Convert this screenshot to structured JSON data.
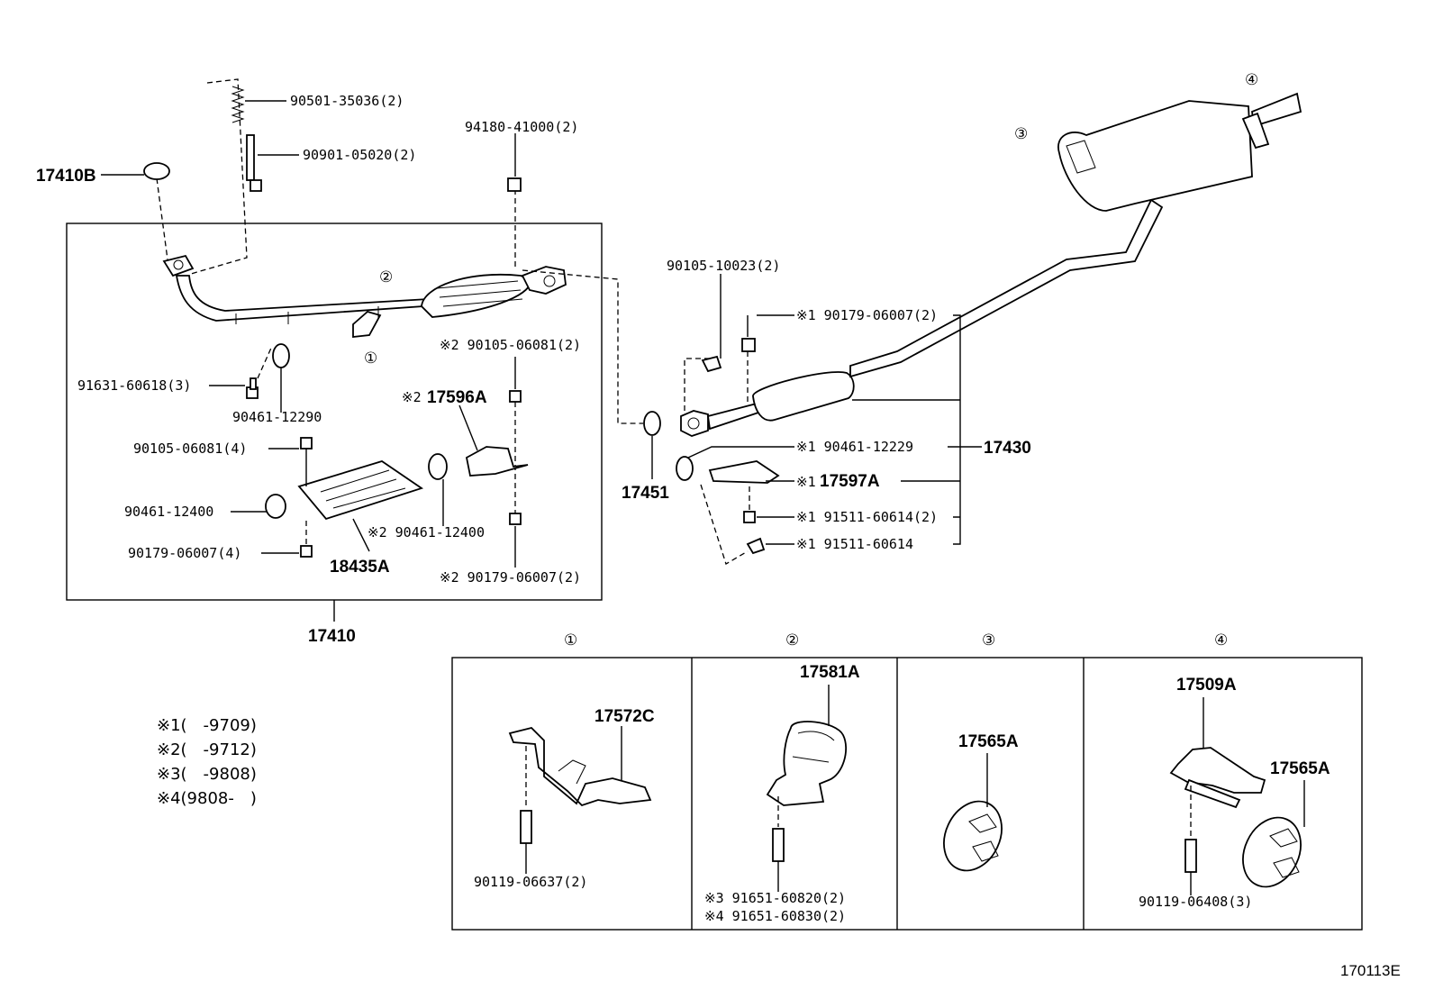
{
  "callouts": {
    "p90501_35036": "90501-35036(2)",
    "p90901_05020": "90901-05020(2)",
    "p17410B": "17410B",
    "p94180_41000": "94180-41000(2)",
    "p91631_60618": "91631-60618(3)",
    "p90461_12290": "90461-12290",
    "p90105_06081_2": "※2 90105-06081(2)",
    "p17596A": "17596A",
    "p17596A_mark": "※2",
    "p90105_06081_4": "90105-06081(4)",
    "p90461_12400_a": "90461-12400",
    "p90461_12400_b": "※2 90461-12400",
    "p90179_06007_4": "90179-06007(4)",
    "p18435A": "18435A",
    "p90179_06007_2b": "※2 90179-06007(2)",
    "p17410": "17410",
    "p17451": "17451",
    "p90105_10023": "90105-10023(2)",
    "p90179_06007_2a": "※1 90179-06007(2)",
    "p90461_12229": "※1 90461-12229",
    "p17430": "17430",
    "p17597A": "17597A",
    "p17597A_mark": "※1",
    "p91511_60614_2": "※1 91511-60614(2)",
    "p91511_60614": "※1 91511-60614",
    "p17572C": "17572C",
    "p90119_06637": "90119-06637(2)",
    "p17581A": "17581A",
    "p91651_60820": "※3 91651-60820(2)",
    "p91651_60830": "※4 91651-60830(2)",
    "p17565A_a": "17565A",
    "p17509A": "17509A",
    "p17565A_b": "17565A",
    "p90119_06408": "90119-06408(3)"
  },
  "circled": {
    "c1": "①",
    "c2": "②",
    "c3": "③",
    "c4": "④"
  },
  "legend": {
    "l1": "※1(　-9709)",
    "l2": "※2(　-9712)",
    "l3": "※3(　-9808)",
    "l4": "※4(9808-　)"
  },
  "drawing_number": "170113E"
}
